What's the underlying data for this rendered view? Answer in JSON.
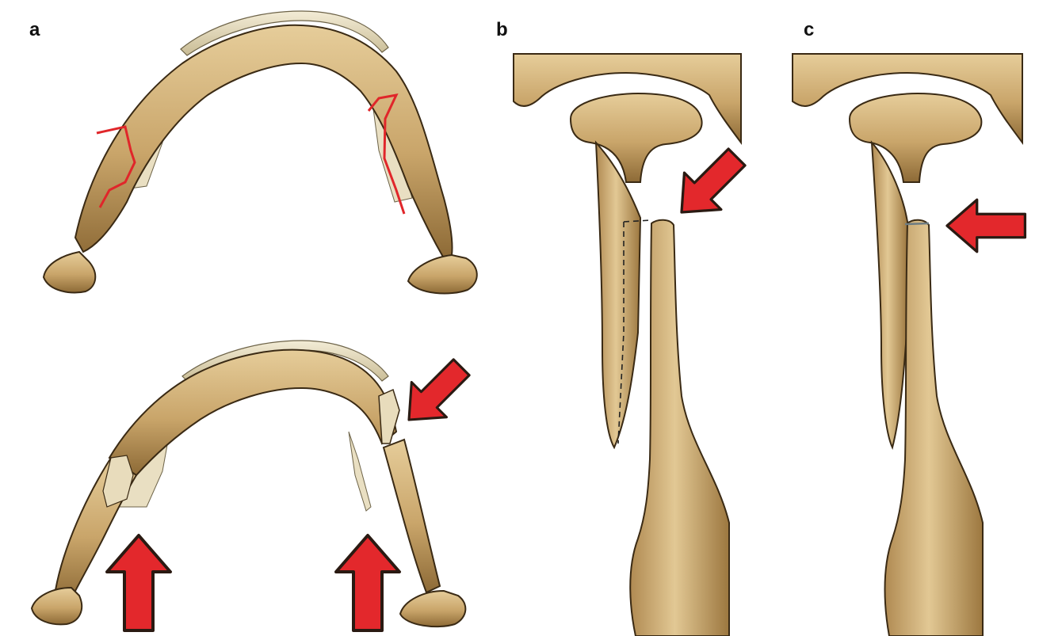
{
  "panels": {
    "a": {
      "label": "a"
    },
    "b": {
      "label": "b"
    },
    "c": {
      "label": "c"
    }
  },
  "colors": {
    "bone_light": "#ddc08c",
    "bone_mid": "#c4a064",
    "bone_dark": "#7a5a2e",
    "outline": "#3a2a14",
    "fracture_line": "#e0262a",
    "arrow_fill": "#e3282c",
    "arrow_outline": "#2a1a12"
  },
  "icons": [
    "force-arrow-icon"
  ]
}
